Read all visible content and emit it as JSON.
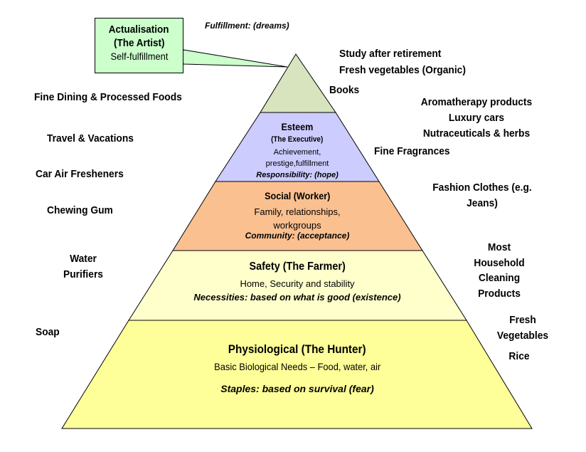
{
  "header": "Fulfillment:  (dreams)",
  "callout": {
    "line1": "Actualisation",
    "line2": "(The Artist)",
    "line3": "Self-fulfillment"
  },
  "levels": {
    "esteem": {
      "title": "Esteem",
      "subtitle": "(The Executive)",
      "desc1": "Achievement,",
      "desc2": "prestige,fulfillment",
      "tag": "Responsibility: (hope)"
    },
    "social": {
      "title": "Social (Worker)",
      "desc1": "Family, relationships,",
      "desc2": "workgroups",
      "tag": "Community:  (acceptance)"
    },
    "safety": {
      "title": "Safety (The Farmer)",
      "desc": "Home, Security and stability",
      "tag": "Necessities: based on what is good (existence)"
    },
    "physiological": {
      "title": "Physiological (The Hunter)",
      "desc": "Basic Biological Needs – Food, water, air",
      "tag": "Staples: based on survival (fear)"
    }
  },
  "left_labels": {
    "fine_dining": "Fine Dining & Processed Foods",
    "travel": "Travel & Vacations",
    "car_air": "Car Air Fresheners",
    "chewing_gum": "Chewing Gum",
    "water1": "Water",
    "water2": "Purifiers",
    "soap": "Soap"
  },
  "right_labels": {
    "study": "Study after retirement",
    "fresh_organic": "Fresh vegetables (Organic)",
    "books": "Books",
    "aroma": "Aromatherapy products",
    "luxury": "Luxury cars",
    "nutra": "Nutraceuticals & herbs",
    "fragrances": "Fine Fragrances",
    "fashion1": "Fashion Clothes (e.g.",
    "fashion2": "Jeans)",
    "most": "Most",
    "household": "Household",
    "cleaning": "Cleaning",
    "products": "Products",
    "fresh": "Fresh",
    "vegetables": "Vegetables",
    "rice": "Rice"
  },
  "colors": {
    "actualisation": "#d7e4bd",
    "esteem": "#ccccff",
    "social": "#fac090",
    "safety": "#ffffcc",
    "physiological": "#ffff99",
    "callout": "#ccffcc"
  }
}
